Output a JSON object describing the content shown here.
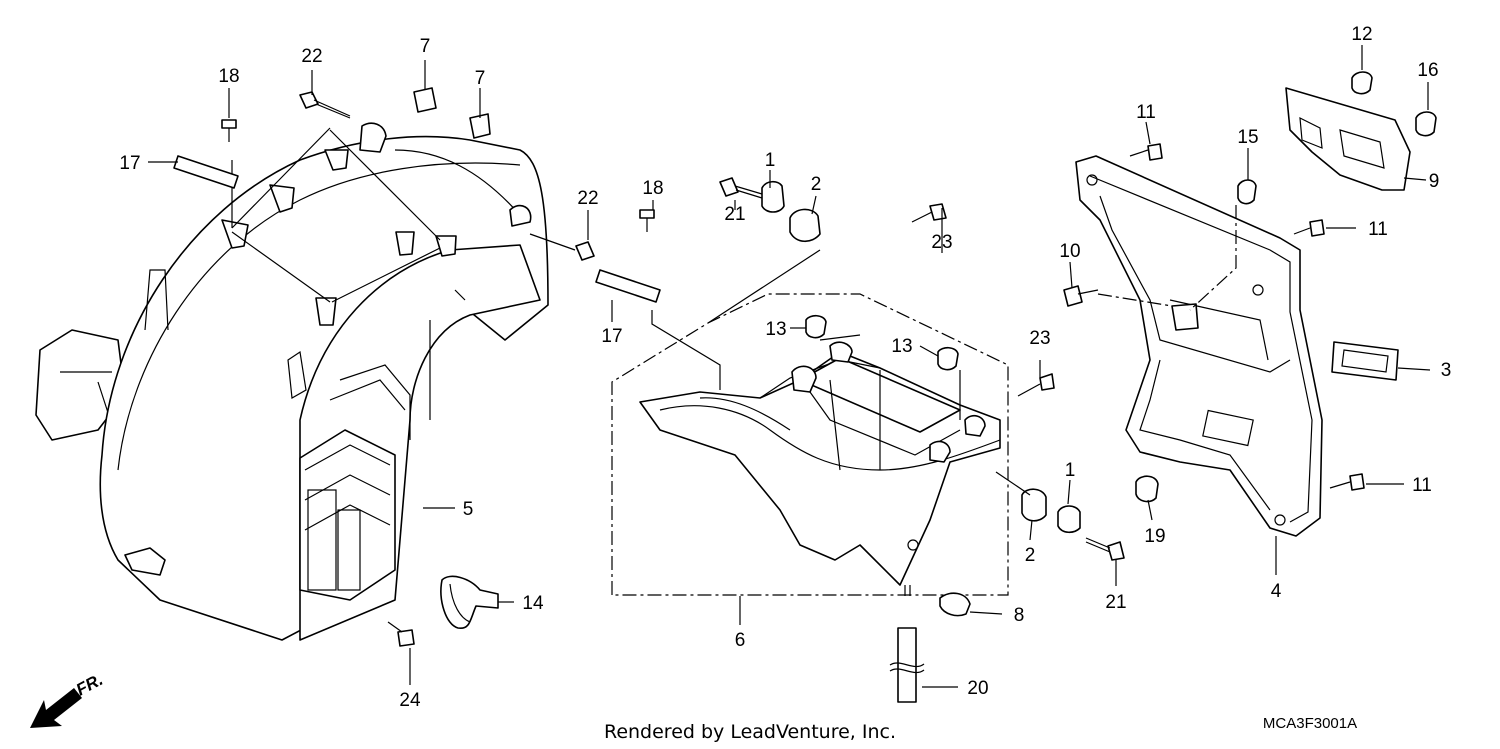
{
  "diagram": {
    "footer_credit": "Rendered by LeadVenture, Inc.",
    "diagram_code": "MCA3F3001A",
    "direction_label": "FR.",
    "callouts": [
      {
        "id": "c22a",
        "label": "22"
      },
      {
        "id": "c7a",
        "label": "7"
      },
      {
        "id": "c18a",
        "label": "18"
      },
      {
        "id": "c7b",
        "label": "7"
      },
      {
        "id": "c17a",
        "label": "17"
      },
      {
        "id": "c22b",
        "label": "22"
      },
      {
        "id": "c18b",
        "label": "18"
      },
      {
        "id": "c17b",
        "label": "17"
      },
      {
        "id": "c1a",
        "label": "1"
      },
      {
        "id": "c2a",
        "label": "2"
      },
      {
        "id": "c21a",
        "label": "21"
      },
      {
        "id": "c23a",
        "label": "23"
      },
      {
        "id": "c13a",
        "label": "13"
      },
      {
        "id": "c13b",
        "label": "13"
      },
      {
        "id": "c23b",
        "label": "23"
      },
      {
        "id": "c5",
        "label": "5"
      },
      {
        "id": "c14",
        "label": "14"
      },
      {
        "id": "c24",
        "label": "24"
      },
      {
        "id": "c6",
        "label": "6"
      },
      {
        "id": "c1b",
        "label": "1"
      },
      {
        "id": "c2b",
        "label": "2"
      },
      {
        "id": "c21b",
        "label": "21"
      },
      {
        "id": "c8",
        "label": "8"
      },
      {
        "id": "c20",
        "label": "20"
      },
      {
        "id": "c12",
        "label": "12"
      },
      {
        "id": "c16",
        "label": "16"
      },
      {
        "id": "c11a",
        "label": "11"
      },
      {
        "id": "c15",
        "label": "15"
      },
      {
        "id": "c9",
        "label": "9"
      },
      {
        "id": "c11b",
        "label": "11"
      },
      {
        "id": "c10",
        "label": "10"
      },
      {
        "id": "c3",
        "label": "3"
      },
      {
        "id": "c11c",
        "label": "11"
      },
      {
        "id": "c19",
        "label": "19"
      },
      {
        "id": "c4",
        "label": "4"
      }
    ]
  }
}
